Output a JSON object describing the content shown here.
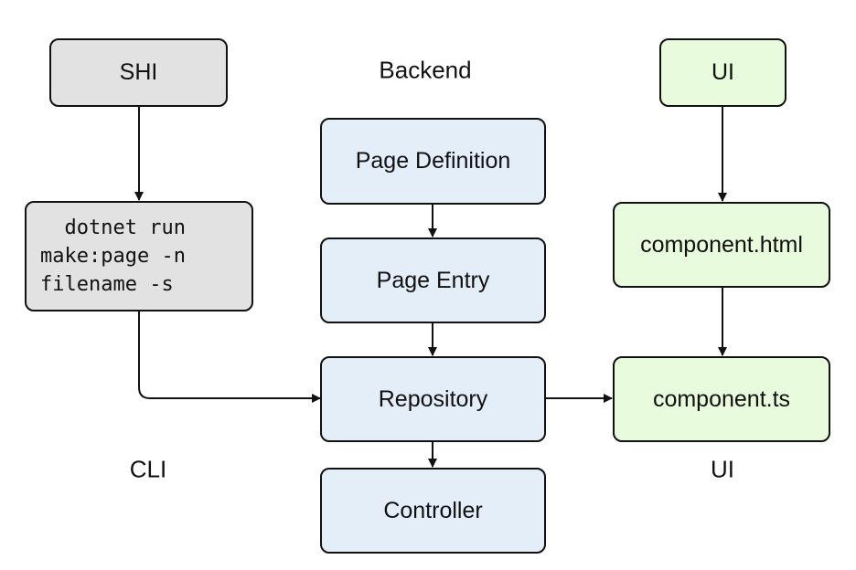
{
  "diagram": {
    "captions": {
      "backend": "Backend",
      "cli": "CLI",
      "ui": "UI"
    },
    "nodes": {
      "shi": "SHI",
      "cli_command": "  dotnet run\nmake:page -n\nfilename -s",
      "page_definition": "Page Definition",
      "page_entry": "Page Entry",
      "repository": "Repository",
      "controller": "Controller",
      "ui": "UI",
      "component_html": "component.html",
      "component_ts": "component.ts"
    },
    "colors": {
      "cli_fill": "#e2e2e2",
      "backend_fill": "#e3eef9",
      "ui_fill": "#e8fbdc",
      "stroke": "#111111"
    },
    "edges": [
      {
        "from": "SHI",
        "to": "  dotnet run\nmake:page -n\nfilename -s"
      },
      {
        "from": "  dotnet run\nmake:page -n\nfilename -s",
        "to": "Repository"
      },
      {
        "from": "Page Definition",
        "to": "Page Entry"
      },
      {
        "from": "Page Entry",
        "to": "Repository"
      },
      {
        "from": "Repository",
        "to": "Controller"
      },
      {
        "from": "Repository",
        "to": "component.ts"
      },
      {
        "from": "UI",
        "to": "component.html"
      },
      {
        "from": "component.html",
        "to": "component.ts"
      }
    ]
  }
}
